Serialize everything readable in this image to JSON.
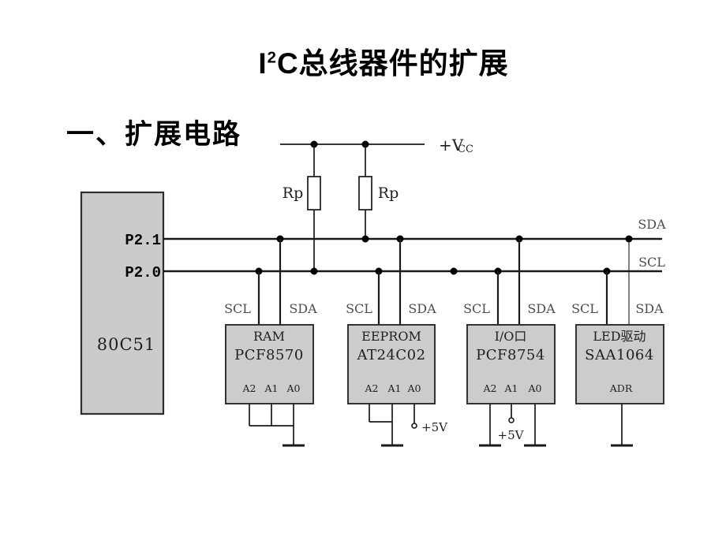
{
  "slide": {
    "title_i": "I",
    "title_sup": "2",
    "title_rest": "C总线器件的扩展",
    "subtitle": "一、扩展电路"
  },
  "power": {
    "vcc_main": "+V",
    "vcc_sub": "CC",
    "rp_left": "Rp",
    "rp_right": "Rp"
  },
  "mcu": {
    "name": "80C51",
    "pin_sda": "P2.1",
    "pin_scl": "P2.0"
  },
  "bus": {
    "sda": "SDA",
    "scl": "SCL"
  },
  "chips": [
    {
      "type": "RAM",
      "part": "PCF8570",
      "scl": "SCL",
      "sda": "SDA",
      "addr": [
        "A2",
        "A1",
        "A0"
      ]
    },
    {
      "type": "EEPROM",
      "part": "AT24C02",
      "scl": "SCL",
      "sda": "SDA",
      "addr": [
        "A2",
        "A1",
        "A0"
      ],
      "supply": "+5V"
    },
    {
      "type": "I/O口",
      "part": "PCF8754",
      "scl": "SCL",
      "sda": "SDA",
      "addr": [
        "A2",
        "A1",
        "A0"
      ],
      "supply": "+5V"
    },
    {
      "type": "LED驱动",
      "part": "SAA1064",
      "scl": "SCL",
      "sda": "SDA",
      "addr": [
        "ADR"
      ]
    }
  ]
}
